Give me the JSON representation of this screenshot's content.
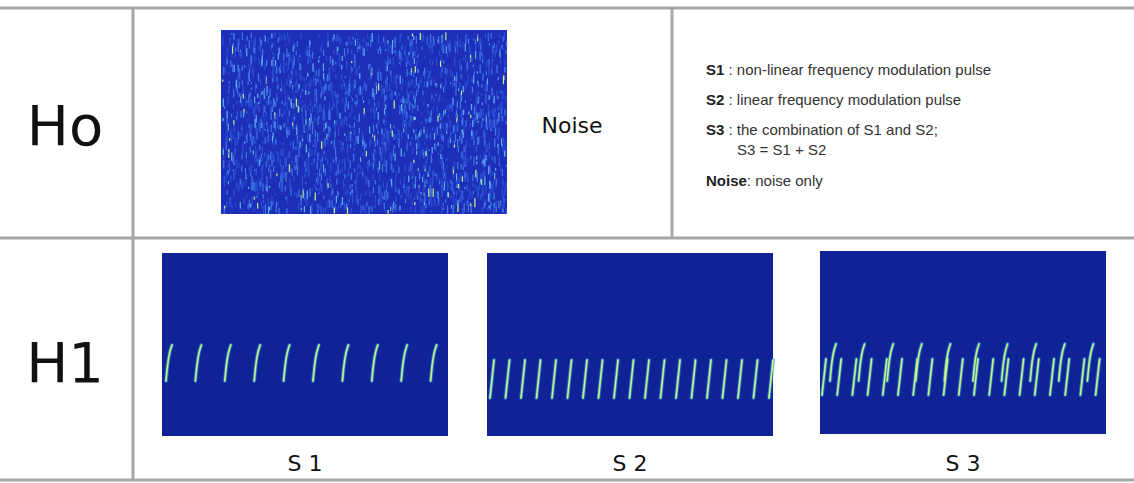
{
  "diagram": {
    "labels": [
      "Ho",
      "Noise",
      "S1 : non-linear frequency modulation pulse",
      "S2 : linear frequency modulation pulse",
      "S3 : the combination of S1 and S2; S3 = S1 + S2",
      "Noise: noise only",
      "H1",
      "S 1",
      "S 2",
      "S 3"
    ]
  }
}
